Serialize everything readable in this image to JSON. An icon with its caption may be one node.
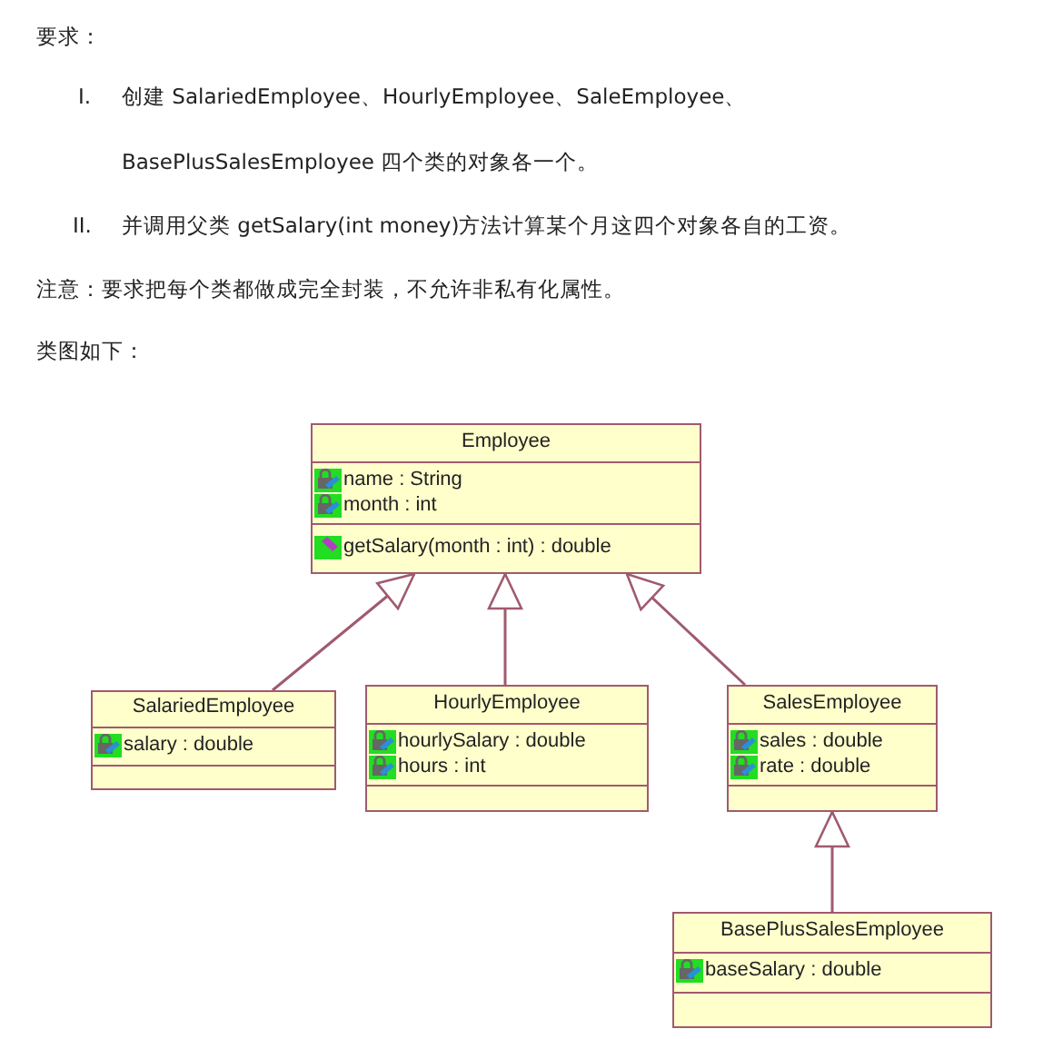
{
  "diagram": {
    "nodes": [
      {
        "text": [
          "Employee"
        ]
      },
      {
        "text": [
          "name : String",
          "month : int"
        ],
        "in": 0
      },
      {
        "text": [
          "getSalary(month : int) : double"
        ],
        "in": 0
      },
      {
        "text": [
          "SalariedEmployee"
        ]
      },
      {
        "text": [
          "salary : double"
        ],
        "in": 3
      },
      {
        "text": [],
        "shape": "box",
        "in": 3
      },
      {
        "text": [
          "HourlyEmployee"
        ]
      },
      {
        "text": [
          "hourlySalary : double",
          "hours : int"
        ],
        "in": 6
      },
      {
        "text": [],
        "shape": "box",
        "in": 6
      },
      {
        "text": [
          "SalesEmployee"
        ]
      },
      {
        "text": [
          "sales : double",
          "rate : double"
        ],
        "in": 9
      },
      {
        "text": [],
        "shape": "box",
        "in": 9
      },
      {
        "text": [
          "BasePlusSalesEmployee"
        ]
      },
      {
        "text": [
          "baseSalary : double"
        ],
        "in": 12
      },
      {
        "text": [],
        "shape": "box",
        "in": 12
      }
    ],
    "edges": [
      {
        "from": 3,
        "to": 0,
        "arrow": "to"
      },
      {
        "from": 6,
        "to": 0,
        "arrow": "to"
      },
      {
        "from": 9,
        "to": 0,
        "arrow": "to"
      },
      {
        "from": 12,
        "to": 9,
        "arrow": "to"
      }
    ],
    "labels": [
      "要求：",
      "I.",
      "创建 SalariedEmployee、HourlyEmployee、SaleEmployee、",
      "BasePlusSalesEmployee 四个类的对象各一个。",
      "II.",
      "并调用父类 getSalary(int money)方法计算某个月这四个对象各自的工资。",
      "注意：要求把每个类都做成完全封装，不允许非私有化属性。",
      "类图如下："
    ]
  }
}
